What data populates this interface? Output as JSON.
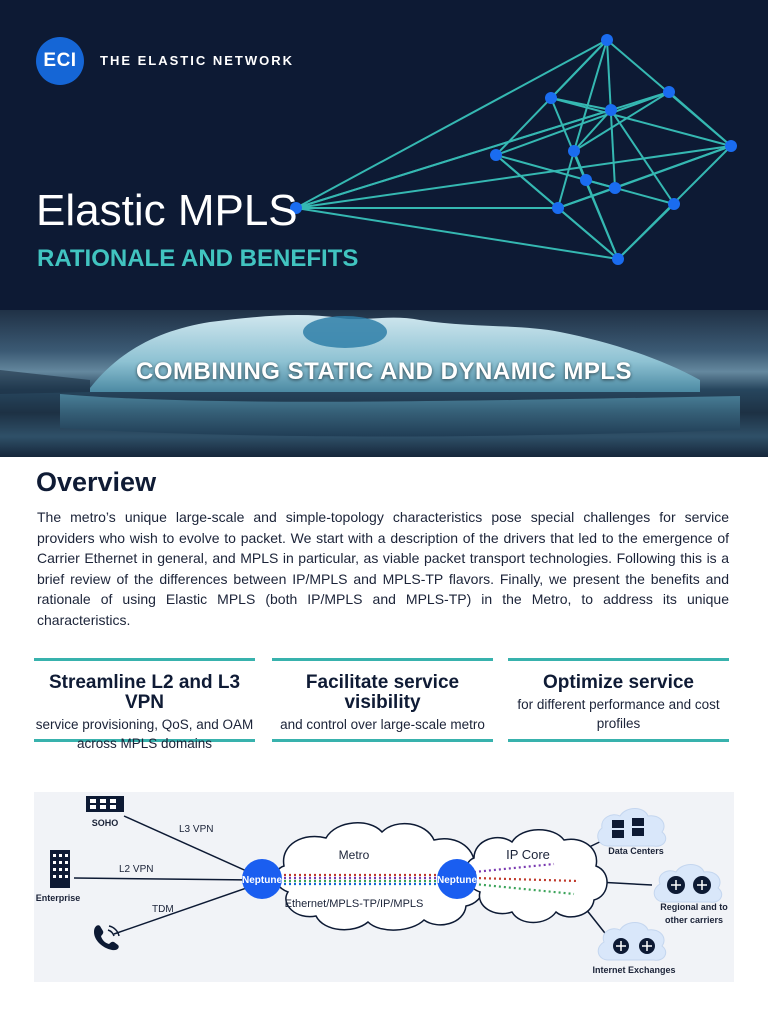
{
  "header": {
    "logo_text": "ECI",
    "tagline": "THE ELASTIC NETWORK",
    "title": "Elastic MPLS",
    "subtitle": "RATIONALE AND BENEFITS"
  },
  "banner": {
    "text": "COMBINING STATIC AND DYNAMIC MPLS"
  },
  "overview": {
    "heading": "Overview",
    "body": "The metro’s unique large-scale and simple-topology characteristics pose special challenges for service providers who wish to evolve to packet. We start with a description of the drivers that led to the emergence of Carrier Ethernet in general, and MPLS in particular, as viable packet transport technologies. Following this is a brief review of the differences between IP/MPLS and MPLS-TP flavors. Finally, we present the benefits and rationale of using Elastic MPLS (both IP/MPLS and MPLS-TP) in the Metro, to address its unique characteristics."
  },
  "cards": [
    {
      "title": "Streamline L2 and L3 VPN",
      "desc": "service provisioning, QoS, and OAM across MPLS domains"
    },
    {
      "title": "Facilitate service visibility",
      "desc": "and control over large-scale metro"
    },
    {
      "title": "Optimize service",
      "desc": "for different performance and cost profiles"
    }
  ],
  "diagram": {
    "soho": "SOHO",
    "enterprise": "Enterprise",
    "l3vpn": "L3 VPN",
    "l2vpn": "L2 VPN",
    "tdm": "TDM",
    "metro": "Metro",
    "ipcore": "IP Core",
    "neptune": "Neptune",
    "transport": "Ethernet/MPLS-TP/IP/MPLS",
    "data_centers": "Data Centers",
    "regional_1": "Regional and to",
    "regional_2": "other carriers",
    "internet_exchanges": "Internet Exchanges"
  },
  "colors": {
    "navy": "#0d1a34",
    "teal": "#38b2ad",
    "accent_blue": "#1566d6",
    "node_blue": "#1a6cf0"
  }
}
